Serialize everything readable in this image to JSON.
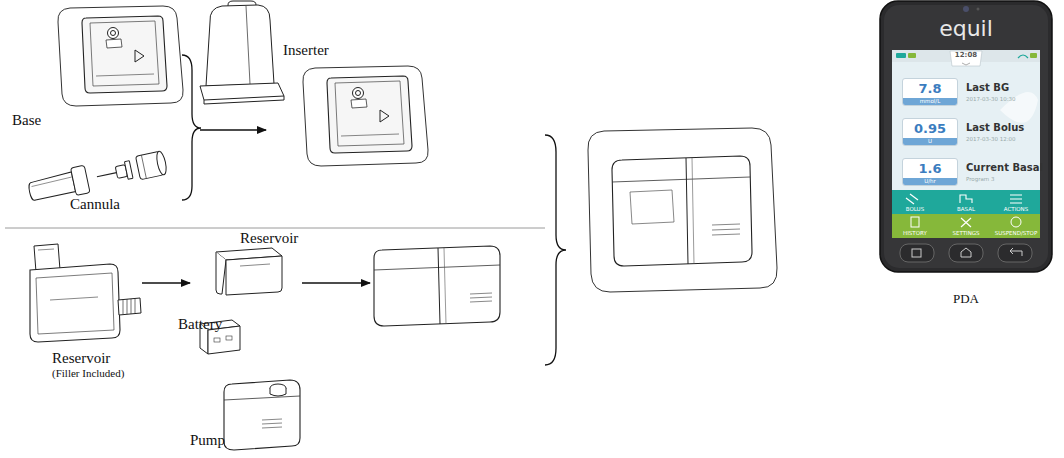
{
  "diagram": {
    "nodes": [
      {
        "text": [
          "7.8",
          "mmol/L"
        ]
      },
      {
        "text": [
          "0.95",
          "U"
        ]
      },
      {
        "text": [
          "1.6",
          "U/hr"
        ]
      }
    ],
    "labels": [
      "Base",
      "Inserter",
      "Cannula",
      "Reservoir",
      "Battery",
      "Reservoir",
      "(Filler Included)",
      "Pump",
      "equil",
      "12:08",
      "Last BG",
      "2017-03-30 10:30",
      "Last Bolus",
      "2017-03-30 12:00",
      "Current Basal",
      "Program 3",
      "BOLUS",
      "BASAL",
      "ACTIONS",
      "HISTORY",
      "SETTINGS",
      "SUSPEND/STOP",
      "PDA"
    ]
  }
}
